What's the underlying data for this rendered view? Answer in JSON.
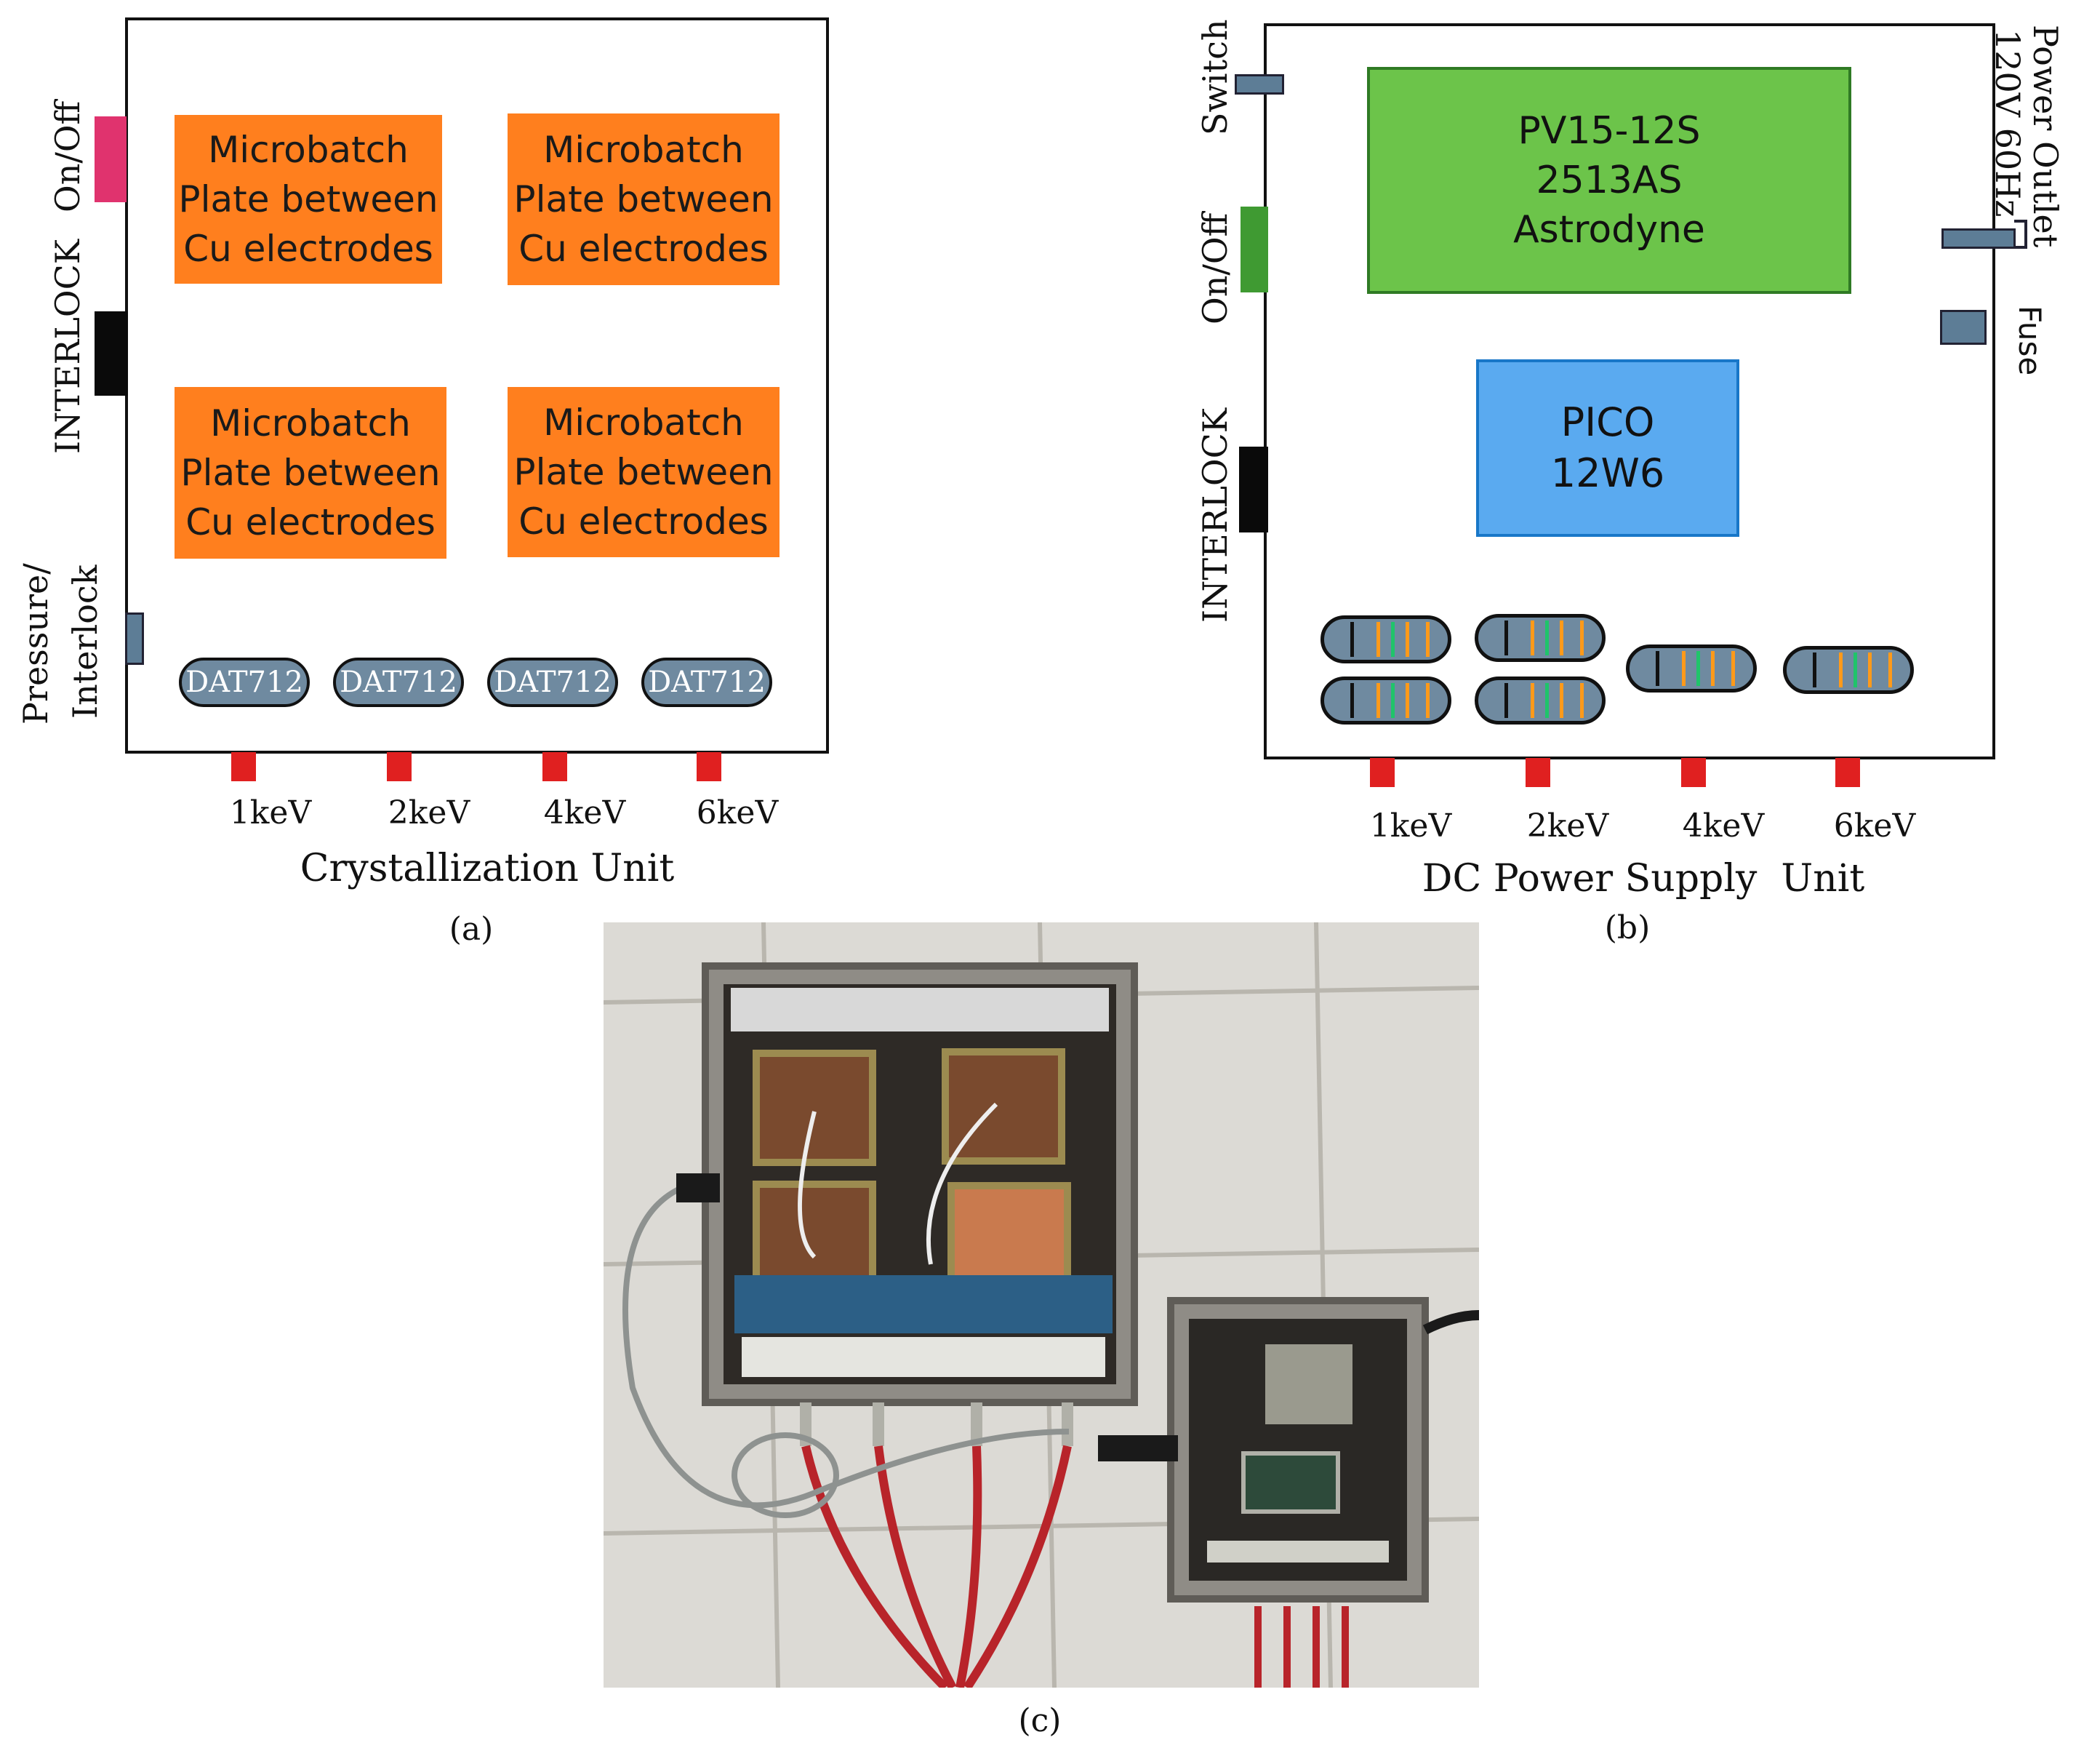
{
  "panel_a": {
    "title": "Crystallization Unit",
    "letter": "(a)",
    "side_labels": {
      "on_off": "On/Off",
      "interlock": "INTERLOCK",
      "pressure_line1": "Pressure/",
      "pressure_line2": "Interlock"
    },
    "plates": [
      {
        "line1": "Microbatch",
        "line2": "Plate between",
        "line3": "Cu electrodes"
      },
      {
        "line1": "Microbatch",
        "line2": "Plate between",
        "line3": "Cu electrodes"
      },
      {
        "line1": "Microbatch",
        "line2": "Plate between",
        "line3": "Cu electrodes"
      },
      {
        "line1": "Microbatch",
        "line2": "Plate between",
        "line3": "Cu electrodes"
      }
    ],
    "modules": [
      "DAT712",
      "DAT712",
      "DAT712",
      "DAT712"
    ],
    "outputs": [
      "1keV",
      "2keV",
      "4keV",
      "6keV"
    ]
  },
  "panel_b": {
    "title": "DC Power Supply  Unit",
    "letter": "(b)",
    "side_labels": {
      "switch": "Switch",
      "on_off": "On/Off",
      "interlock": "INTERLOCK",
      "power_outlet_line1": "Power Outlet",
      "power_outlet_line2": "120V 60Hz",
      "fuse": "Fuse"
    },
    "supply_main": {
      "line1": "PV15-12S",
      "line2": "2513AS",
      "line3": "Astrodyne"
    },
    "supply_pico": {
      "line1": "PICO",
      "line2": "12W6"
    },
    "outputs": [
      "1keV",
      "2keV",
      "4keV",
      "6keV"
    ]
  },
  "panel_c": {
    "letter": "(c)"
  },
  "colors": {
    "plate_orange": "#ff7f1e",
    "module_slate": "#6f8aa0",
    "supply_green": "#6cc44a",
    "pico_blue": "#5aaaf0",
    "output_red": "#e02020",
    "switch_pink": "#e0336e",
    "resistor_band_orange": "#ff9a1a",
    "resistor_band_green": "#1fc46a"
  }
}
